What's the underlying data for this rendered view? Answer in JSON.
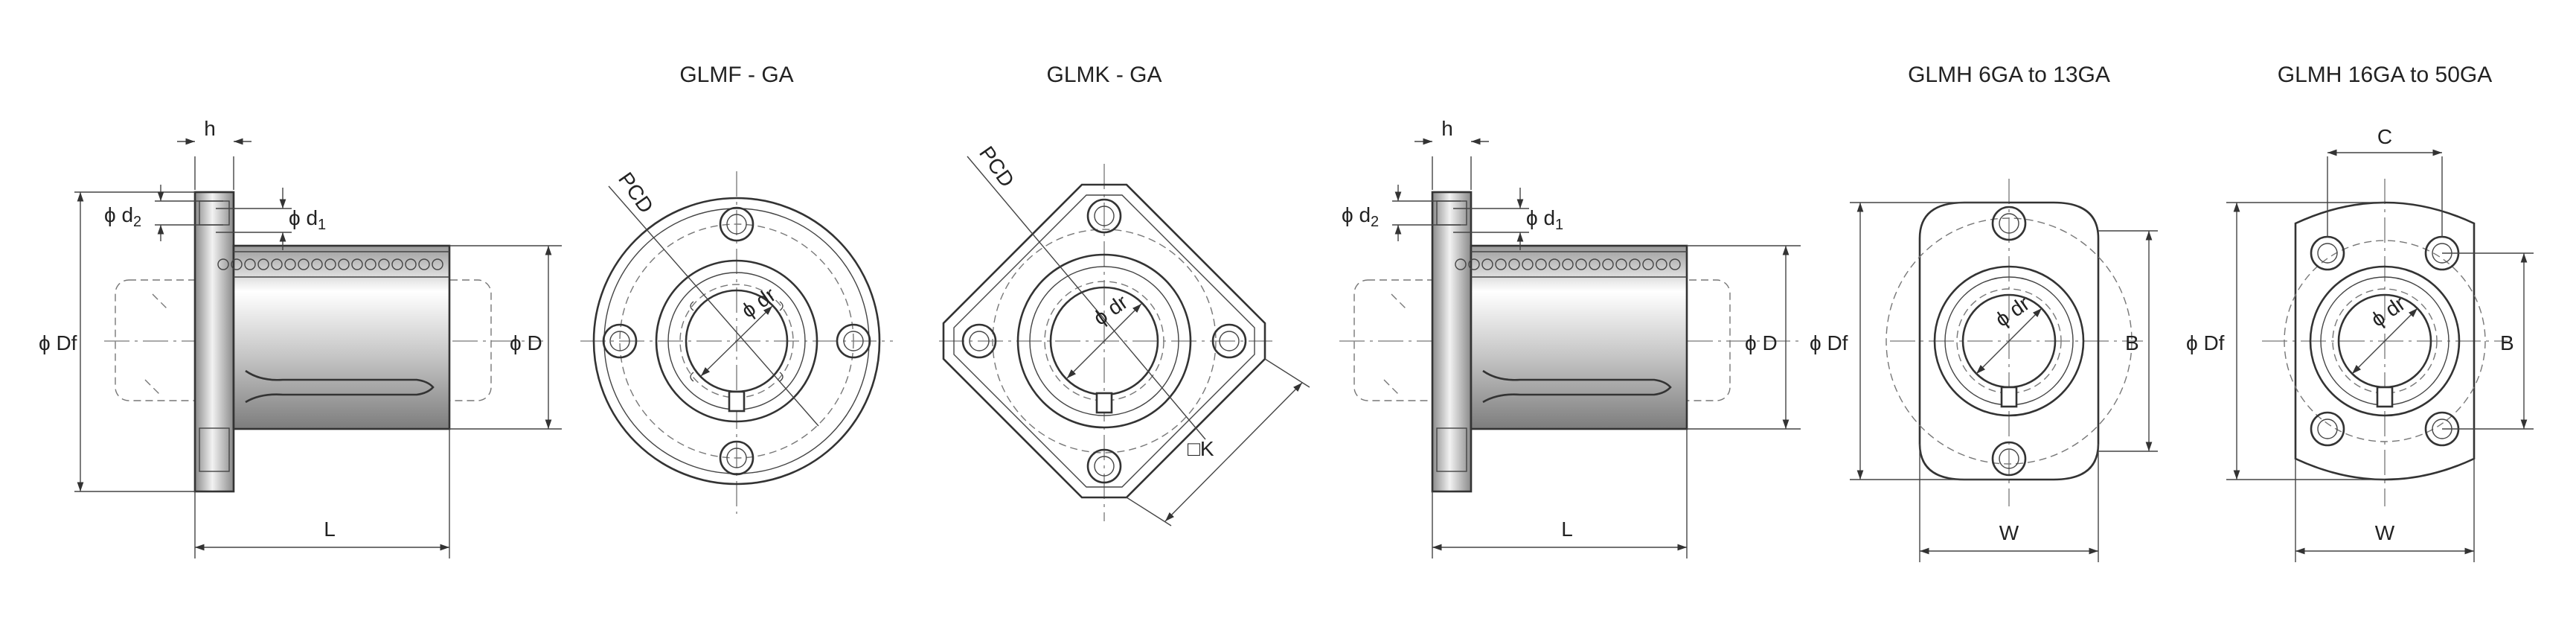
{
  "titles": {
    "glmf": "GLMF - GA",
    "glmk": "GLMK - GA",
    "glmh_small": "GLMH 6GA to 13GA",
    "glmh_large": "GLMH 16GA to 50GA"
  },
  "labels": {
    "h": "h",
    "d2": "ϕ d",
    "d2_sub": "2",
    "d1": "ϕ d",
    "d1_sub": "1",
    "Df": "ϕ Df",
    "D": "ϕ D",
    "L": "L",
    "PCD": "PCD",
    "dr": "ϕ dr",
    "K": "□K",
    "B": "B",
    "W": "W",
    "C": "C"
  }
}
